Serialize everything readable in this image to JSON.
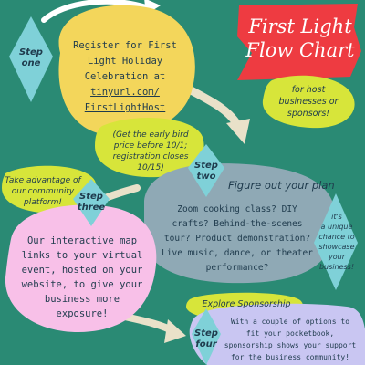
{
  "title": {
    "line1": "First Light",
    "line2": "Flow Chart"
  },
  "title_note": [
    "for host",
    "businesses or",
    "sponsors!"
  ],
  "steps": [
    {
      "label_line1": "Step",
      "label_line2": "one",
      "body_lines": [
        "Register for First",
        "Light Holiday",
        "Celebration at"
      ],
      "url_lines": [
        "tinyurl.com/",
        "FirstLightHost"
      ],
      "note_lines": [
        "(Get the early bird",
        "price before 10/1;",
        "registration closes",
        "10/15)"
      ]
    },
    {
      "label_line1": "Step",
      "label_line2": "two",
      "heading": "Figure out your plan",
      "body_lines": [
        "Zoom cooking class? DIY",
        "crafts? Behind-the-scenes",
        "tour? Product demonstration?",
        "Live music, dance, or theater",
        "performance?"
      ],
      "side_note_lines": [
        "it's",
        "a unique",
        "chance to",
        "showcase",
        "your",
        "business!"
      ]
    },
    {
      "label_line1": "Step",
      "label_line2": "three",
      "heading_lines": [
        "Take advantage of",
        "our community",
        "platform!"
      ],
      "body_lines": [
        "Our interactive map",
        "links to your virtual",
        "event, hosted on your",
        "website, to give your",
        "business more",
        "exposure!"
      ]
    },
    {
      "label_line1": "Step",
      "label_line2": "four",
      "heading": "Explore Sponsorship",
      "body_lines": [
        "With a couple of options to",
        "fit your pocketbook,",
        "sponsorship shows your support",
        "for the business community!"
      ]
    }
  ],
  "colors": {
    "background": "#2a8a74",
    "yellow": "#f3d65b",
    "yellow_green": "#d7e53a",
    "teal_diamond": "#7fd1d8",
    "red": "#ee3b41",
    "pink": "#f8c0e8",
    "slate": "#8fa9b5",
    "lavender": "#c9c6f2",
    "text": "#1f3b4d"
  }
}
